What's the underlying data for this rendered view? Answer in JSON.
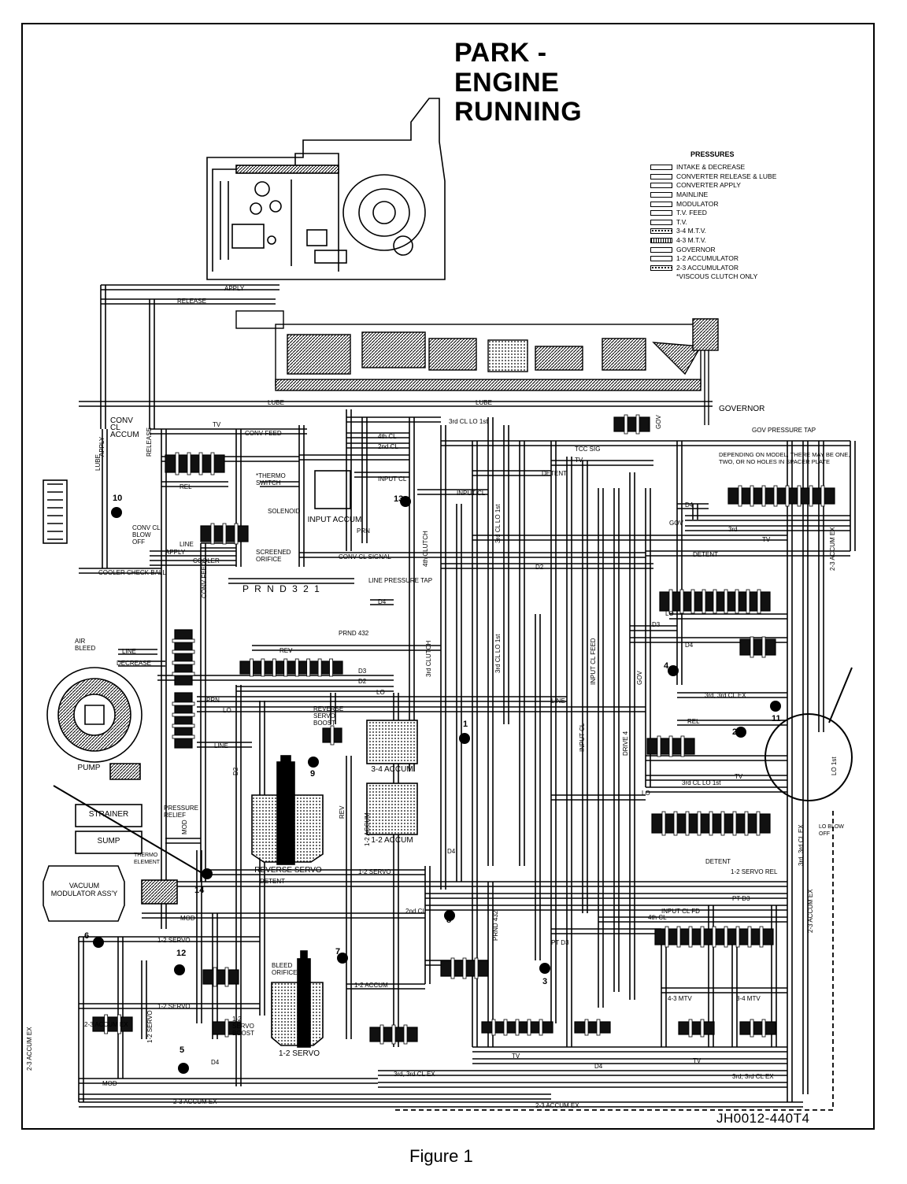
{
  "title": {
    "line1": "PARK -",
    "line2": "ENGINE",
    "line3": "RUNNING"
  },
  "caption": "Figure 1",
  "drawing_code": "JH0012-440T4",
  "legend": {
    "heading": "PRESSURES",
    "items": [
      "INTAKE & DECREASE",
      "CONVERTER RELEASE & LUBE",
      "CONVERTER APPLY",
      "MAINLINE",
      "MODULATOR",
      "T.V. FEED",
      "T.V.",
      "3-4 M.T.V.",
      "4-3 M.T.V.",
      "GOVERNOR",
      "1-2 ACCUMULATOR",
      "2-3 ACCUMULATOR"
    ],
    "note": "*VISCOUS CLUTCH ONLY"
  },
  "components": {
    "pump": "PUMP",
    "strainer": "STRAINER",
    "sump": "SUMP",
    "thermo_element": "THERMO ELEMENT",
    "vacuum_modulator": "VACUUM MODULATOR ASS'Y",
    "air_bleed": "AIR BLEED",
    "pressure_relief": "PRESSURE RELIEF",
    "reverse_servo": "REVERSE SERVO",
    "reverse_servo_boost": "REVERSE SERVO BOOST",
    "servo_12": "1-2 SERVO",
    "servo_12_boost": "1-2 SERVO BOOST",
    "bleed_orifice": "BLEED ORIFICE",
    "accum_34": "3-4 ACCUM",
    "accum_12": "1-2 ACCUM",
    "input_accum": "INPUT ACCUM",
    "conv_cl_accum": "CONV CL ACCUM",
    "conv_cl_blow_off": "CONV CL BLOW OFF",
    "cooler_check_ball": "COOLER CHECK BALL",
    "thermo_switch": "*THERMO SWITCH",
    "solenoid": "SOLENOID",
    "screened_orifice": "SCREENED ORIFICE",
    "governor": "GOVERNOR",
    "gov_pressure_tap": "GOV PRESSURE TAP",
    "line_pressure_tap": "LINE PRESSURE TAP",
    "lo_blow_off": "LO BLOW OFF",
    "spacer_note": "DEPENDING ON MODEL, THERE MAY BE ONE, TWO, OR NO HOLES IN SPACER PLATE",
    "prnd": "P R N D 3 2 1",
    "prnd_432": "PRND 432"
  },
  "passages": {
    "apply": "APPLY",
    "release": "RELEASE",
    "lube": "LUBE",
    "line": "LINE",
    "decrease": "DECREASE",
    "cooler": "COOLER",
    "conv_feed": "CONV FEED",
    "tv": "TV",
    "rev": "REV",
    "rel": "REL",
    "prn": "PRN",
    "lo": "LO",
    "d4": "D4",
    "d3": "D3",
    "d2": "D2",
    "mod": "MOD",
    "detent": "DETENT",
    "input_cl": "INPUT CL",
    "conv_cl_signal": "CONV CL SIGNAL",
    "fourth_cl": "4th CL",
    "second_cl": "2nd CL",
    "third_cl_lo_1st": "3rd CL LO 1st",
    "tcc_sig": "TCC SIG",
    "gov": "GOV",
    "second": "2nd",
    "third": "3rd",
    "accum_23_ex": "2-3 ACCUM EX",
    "servo_12_label": "1-2 SERVO",
    "servo_12_rel": "1-2 SERVO REL",
    "accum_12_label": "1-2 ACCUM",
    "third_cl_ex": "3rd, 3rd CL EX",
    "mtv_43": "4-3 MTV",
    "mtv_34": "3-4 MTV",
    "input_cl_fd": "INPUT CL FD",
    "pt_d3": "PT D3",
    "lo_1st": "LO 1st",
    "ex": "EX",
    "fourth_clutch": "4th CLUTCH",
    "third_clutch": "3rd CLUTCH",
    "drive_4": "DRIVE 4",
    "input_cl_feed": "INPUT CL FEED"
  },
  "check_balls": [
    "1",
    "2",
    "3",
    "4",
    "5",
    "6",
    "7",
    "8",
    "9",
    "10",
    "11",
    "12",
    "13",
    "14"
  ]
}
